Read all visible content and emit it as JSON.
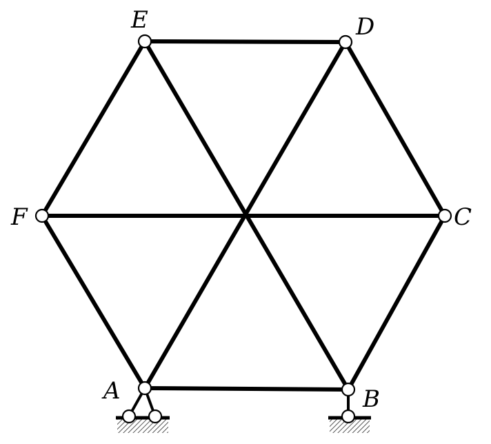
{
  "diagram": {
    "colors": {
      "stroke": "#000000",
      "background": "#ffffff",
      "node_fill": "#ffffff",
      "hatch": "#555555"
    },
    "nodes": [
      {
        "id": "A",
        "label": "A"
      },
      {
        "id": "B",
        "label": "B"
      },
      {
        "id": "C",
        "label": "C"
      },
      {
        "id": "D",
        "label": "D"
      },
      {
        "id": "E",
        "label": "E"
      },
      {
        "id": "F",
        "label": "F"
      }
    ],
    "members": [
      [
        "A",
        "B"
      ],
      [
        "B",
        "C"
      ],
      [
        "C",
        "D"
      ],
      [
        "D",
        "E"
      ],
      [
        "E",
        "F"
      ],
      [
        "F",
        "A"
      ],
      [
        "A",
        "D"
      ],
      [
        "B",
        "E"
      ],
      [
        "F",
        "C"
      ]
    ],
    "supports": [
      {
        "node": "A",
        "type": "pinned-two-link"
      },
      {
        "node": "B",
        "type": "roller-single-link"
      }
    ]
  }
}
